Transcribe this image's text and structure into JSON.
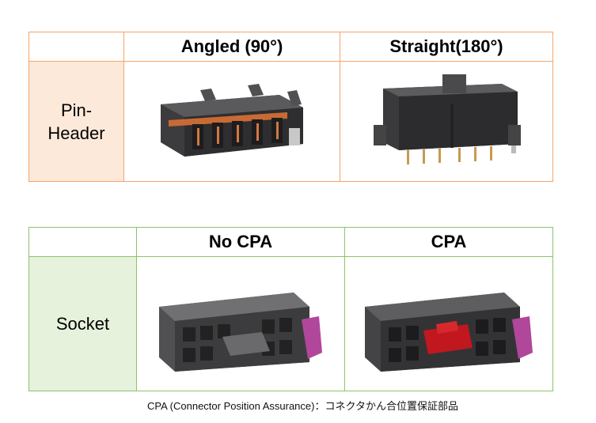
{
  "pin_header_table": {
    "col_headers": [
      "Angled (90°)",
      "Straight(180°)"
    ],
    "row_label_line1": "Pin-",
    "row_label_line2": "Header"
  },
  "socket_table": {
    "col_headers": [
      "No CPA",
      "CPA"
    ],
    "row_label": "Socket"
  },
  "footnote": "CPA  (Connector Position Assurance)：コネクタかん合位置保証部品",
  "colors": {
    "pin_header_border": "#f4a56c",
    "pin_header_label_bg": "#fde9d9",
    "socket_border": "#8cc36c",
    "socket_label_bg": "#e6f2dc",
    "connector_body": "#4a4a4c",
    "cpa_red": "#c0181e",
    "cpa_magenta": "#b0479a",
    "pin_copper": "#d27840"
  }
}
